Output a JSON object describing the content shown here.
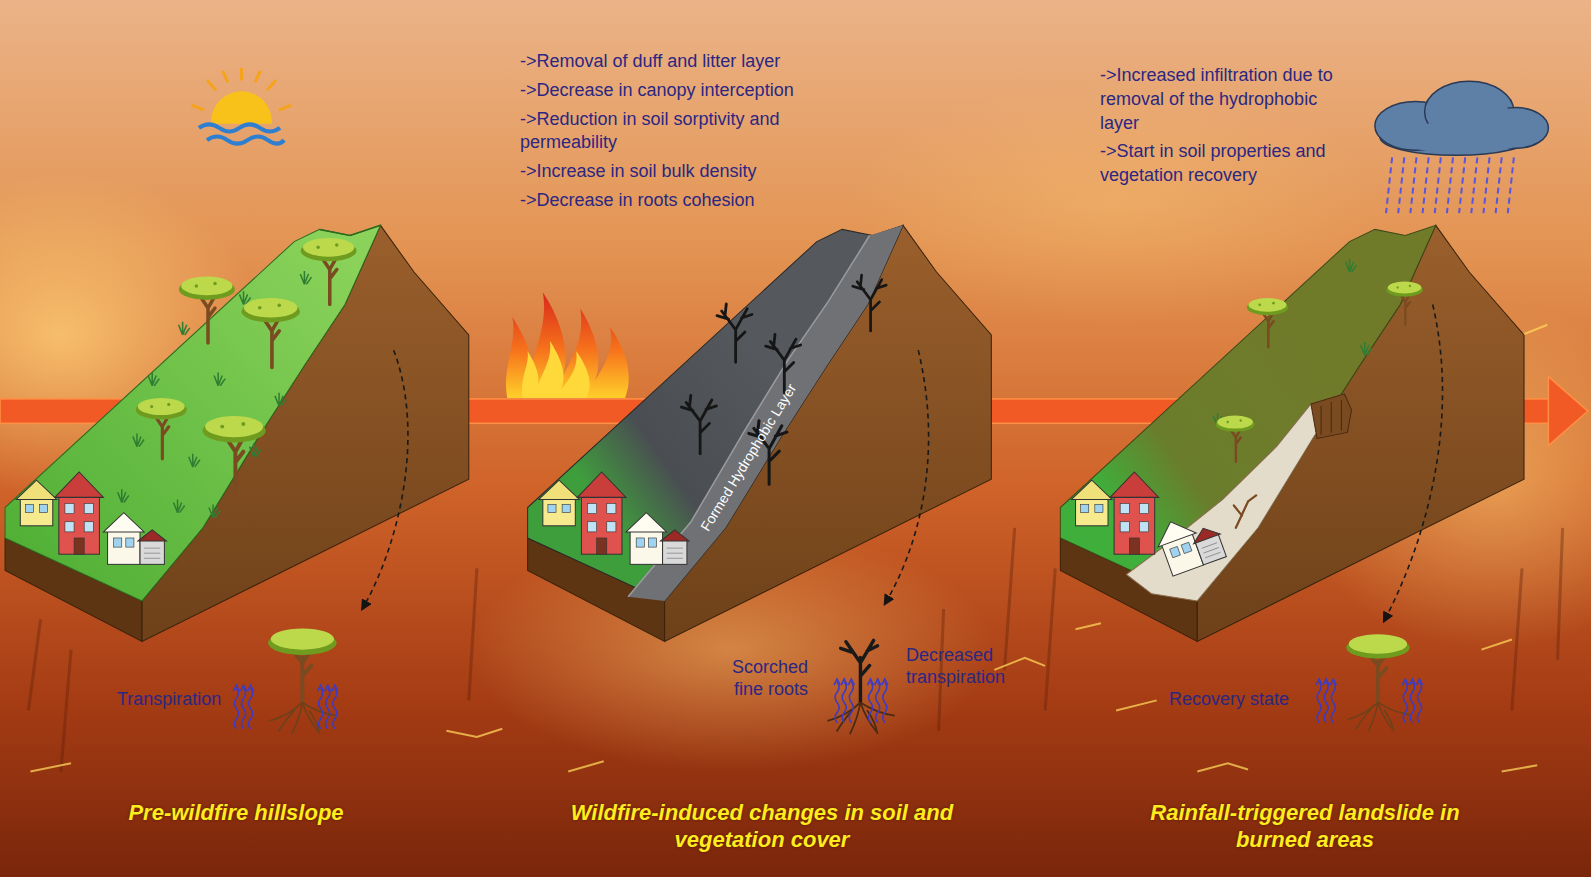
{
  "diagram": {
    "labels": [
      "->Removal of duff and litter layer",
      "->Decrease in canopy interception",
      "->Reduction in soil sorptivity and permeability",
      "->Increase in soil bulk density",
      "->Decrease in roots cohesion",
      "->Increased infiltration due to removal of the hydrophobic layer",
      "->Start in soil properties and vegetation recovery",
      "Formed Hydrophobic Layer",
      "Transpiration",
      "Scorched fine roots",
      "Decreased transpiration",
      "Recovery state",
      "Pre-wildfire hillslope",
      "Wildfire-induced changes in soil and vegetation cover",
      "Rainfall-triggered landslide in burned areas"
    ]
  }
}
